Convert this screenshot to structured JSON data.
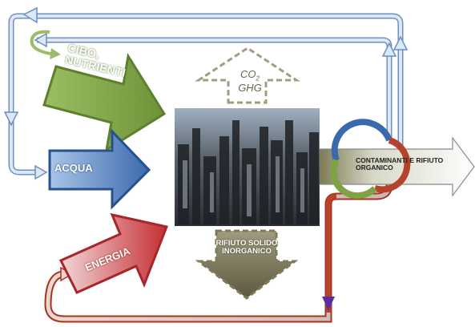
{
  "labels": {
    "food": "CIBO, NUTRIENTI",
    "water": "ACQUA",
    "energy": "ENERGIA",
    "co2_main": "CO",
    "co2_sub": "2",
    "ghg": "GHG",
    "solid_waste": "RIFIUTO SOLIDO INORGANICO",
    "contaminants": "CONTAMINANTI E RIFIUTO ORGANICO"
  },
  "colors": {
    "food": "#7fa344",
    "water": "#3f6fb0",
    "energy": "#c0383b",
    "co2": "#a39d7e",
    "waste": "#8a8666",
    "loop_blue": "#9cbce0",
    "loop_red": "#b4432c"
  },
  "icons": {
    "city": "city-photo",
    "recycle": "recycle-circle-icon"
  }
}
